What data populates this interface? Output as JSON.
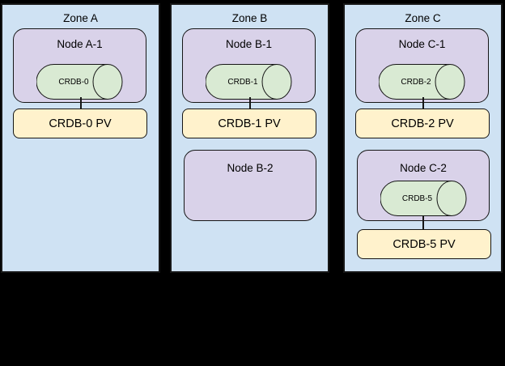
{
  "colors": {
    "canvas_bg": "#000000",
    "zone_fill": "#cfe2f3",
    "node_fill": "#d9d2e9",
    "db_fill": "#d9ead3",
    "pv_fill": "#fff2cc",
    "border": "#161616",
    "text": "#000000"
  },
  "zones": [
    {
      "title": "Zone A",
      "node1": {
        "title": "Node A-1",
        "db": "CRDB-0"
      },
      "pv1": "CRDB-0 PV"
    },
    {
      "title": "Zone B",
      "node1": {
        "title": "Node B-1",
        "db": "CRDB-1"
      },
      "pv1": "CRDB-1 PV",
      "node2": {
        "title": "Node B-2"
      }
    },
    {
      "title": "Zone C",
      "node1": {
        "title": "Node C-1",
        "db": "CRDB-2"
      },
      "pv1": "CRDB-2 PV",
      "node2": {
        "title": "Node C-2",
        "db": "CRDB-5"
      },
      "pv2": "CRDB-5 PV"
    }
  ]
}
